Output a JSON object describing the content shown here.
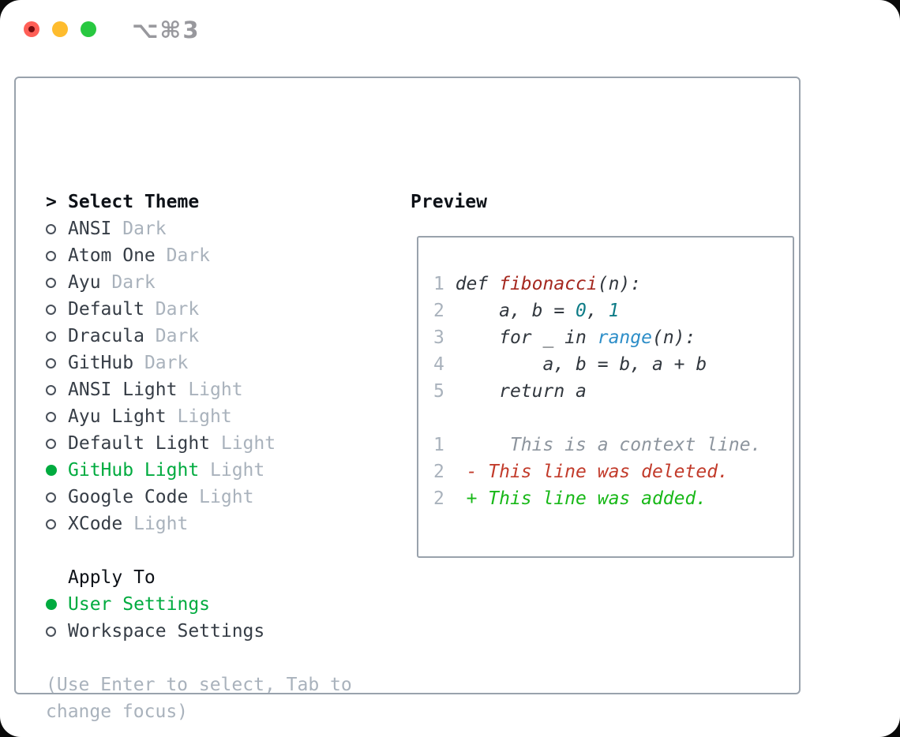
{
  "window": {
    "title": "⌥⌘3"
  },
  "colors": {
    "accent_green": "#00ab3f",
    "added_green": "#18b818",
    "deleted_red": "#c23b2b",
    "function_red": "#a5281f",
    "number_teal": "#0e7c87",
    "builtin_blue": "#2d8ec8",
    "code_default": "#31373e",
    "muted_gray": "#a9b2bc",
    "context_gray": "#8d959e",
    "text_dark": "#363d46",
    "heading_black": "#0d1117",
    "border_gray": "#99a2ac",
    "traffic_red": "#ff5f57",
    "traffic_yellow": "#febc2e",
    "traffic_green": "#28c840",
    "title_gray": "#98989d"
  },
  "theme_panel": {
    "header_prefix": ">",
    "header": "Select Theme",
    "themes": [
      {
        "name": "ANSI",
        "tag": "Dark",
        "selected": false
      },
      {
        "name": "Atom One",
        "tag": "Dark",
        "selected": false
      },
      {
        "name": "Ayu",
        "tag": "Dark",
        "selected": false
      },
      {
        "name": "Default",
        "tag": "Dark",
        "selected": false
      },
      {
        "name": "Dracula",
        "tag": "Dark",
        "selected": false
      },
      {
        "name": "GitHub",
        "tag": "Dark",
        "selected": false
      },
      {
        "name": "ANSI Light",
        "tag": "Light",
        "selected": false
      },
      {
        "name": "Ayu Light",
        "tag": "Light",
        "selected": false
      },
      {
        "name": "Default Light",
        "tag": "Light",
        "selected": false
      },
      {
        "name": "GitHub Light",
        "tag": "Light",
        "selected": true
      },
      {
        "name": "Google Code",
        "tag": "Light",
        "selected": false
      },
      {
        "name": "XCode",
        "tag": "Light",
        "selected": false
      }
    ],
    "apply_header": "Apply To",
    "apply_options": [
      {
        "label": "User Settings",
        "selected": true
      },
      {
        "label": "Workspace Settings",
        "selected": false
      }
    ],
    "hint": "(Use Enter to select, Tab to change focus)"
  },
  "preview_panel": {
    "header": "Preview",
    "lines": [
      {
        "parts": [
          [
            "1",
            "ln"
          ],
          [
            " def ",
            "d"
          ],
          [
            "fibonacci",
            "f"
          ],
          [
            "(n):",
            "d"
          ]
        ]
      },
      {
        "parts": [
          [
            "2",
            "ln"
          ],
          [
            "     a, b = ",
            "d"
          ],
          [
            "0",
            "n"
          ],
          [
            ", ",
            "d"
          ],
          [
            "1",
            "n"
          ]
        ]
      },
      {
        "parts": [
          [
            "3",
            "ln"
          ],
          [
            "     for _ in ",
            "d"
          ],
          [
            "range",
            "b"
          ],
          [
            "(n):",
            "d"
          ]
        ]
      },
      {
        "parts": [
          [
            "4",
            "ln"
          ],
          [
            "         a, b = b, a + b",
            "d"
          ]
        ]
      },
      {
        "parts": [
          [
            "5",
            "ln"
          ],
          [
            "     return a",
            "d"
          ]
        ]
      },
      {
        "parts": []
      },
      {
        "parts": [
          [
            "1",
            "ln"
          ],
          [
            "      This is a context line.",
            "x"
          ]
        ]
      },
      {
        "parts": [
          [
            "2",
            "ln"
          ],
          [
            "  ",
            "d"
          ],
          [
            "- This line was deleted.",
            "r"
          ]
        ]
      },
      {
        "parts": [
          [
            "2",
            "ln"
          ],
          [
            "  ",
            "d"
          ],
          [
            "+ This line was added.",
            "g"
          ]
        ]
      }
    ]
  }
}
